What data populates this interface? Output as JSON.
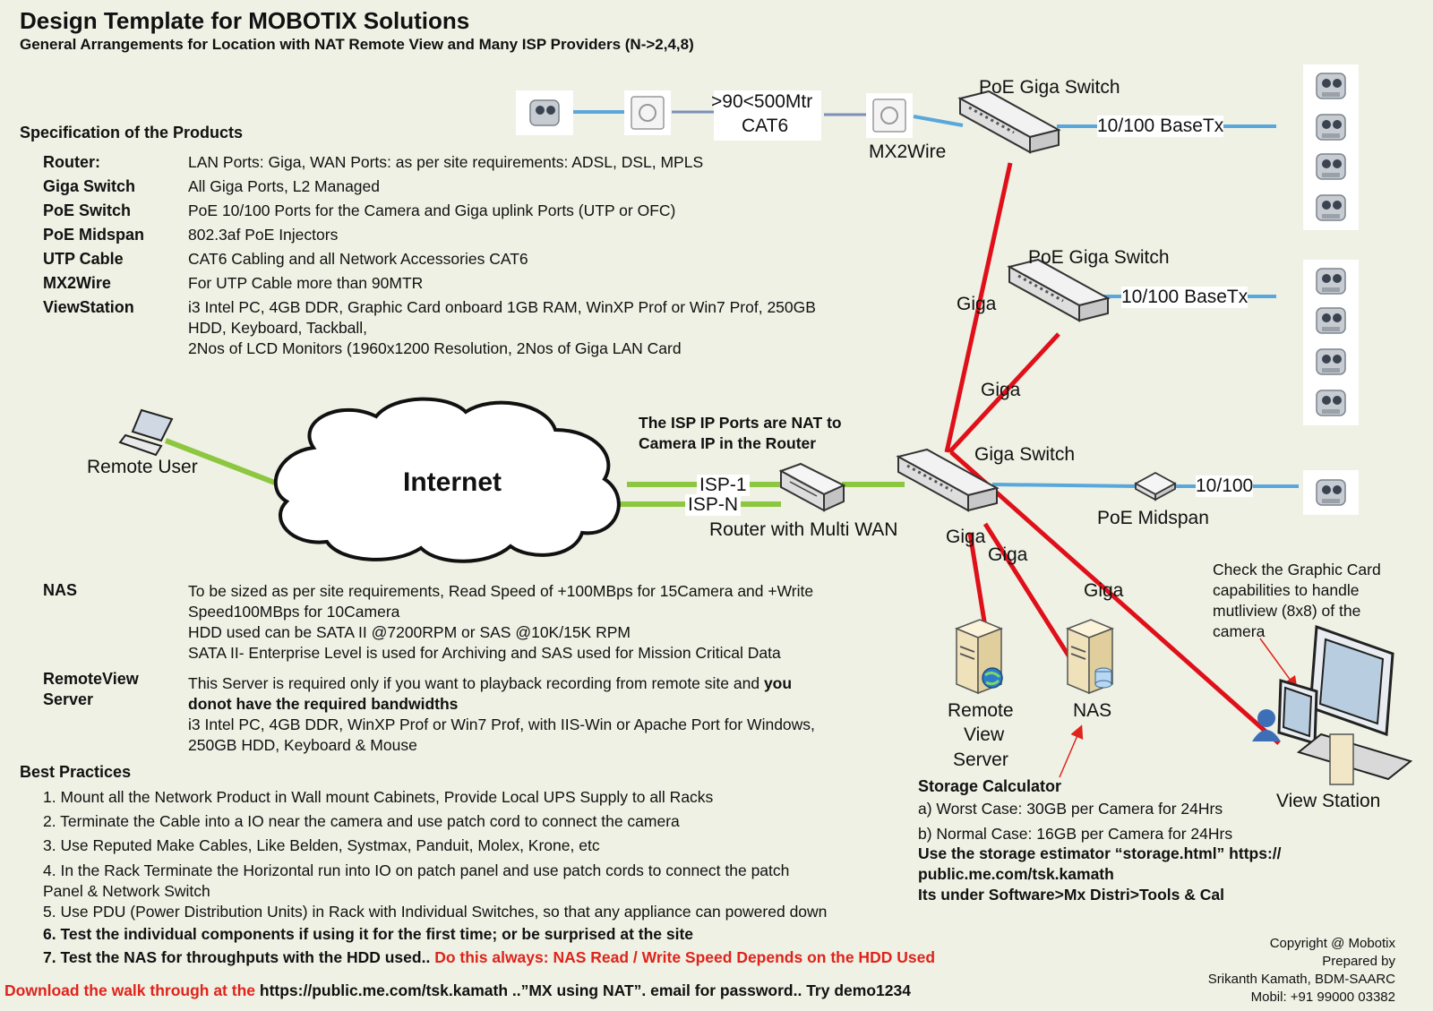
{
  "header": {
    "title": "Design Template for MOBOTIX Solutions",
    "subtitle": "General Arrangements for Location with NAT Remote View and Many ISP Providers (N->2,4,8)"
  },
  "specs": {
    "heading": "Specification of the Products",
    "items": [
      {
        "key": "Router:",
        "value": "LAN Ports: Giga, WAN Ports: as per site requirements: ADSL, DSL, MPLS"
      },
      {
        "key": "Giga Switch",
        "value": "All Giga Ports, L2 Managed"
      },
      {
        "key": "PoE Switch",
        "value": "PoE 10/100 Ports for the Camera and Giga uplink Ports (UTP or OFC)"
      },
      {
        "key": "PoE Midspan",
        "value": "802.3af PoE Injectors"
      },
      {
        "key": "UTP Cable",
        "value": "CAT6 Cabling and all Network Accessories CAT6"
      },
      {
        "key": "MX2Wire",
        "value": "For UTP Cable more than 90MTR"
      },
      {
        "key": "ViewStation",
        "lines": [
          "i3 Intel PC, 4GB DDR, Graphic Card onboard 1GB RAM, WinXP Prof or Win7 Prof, 250GB",
          "HDD, Keyboard, Tackball,",
          "2Nos of LCD Monitors (1960x1200 Resolution, 2Nos of Giga LAN Card"
        ]
      }
    ]
  },
  "nas": {
    "key": "NAS",
    "lines": [
      "To be sized as per site requirements, Read Speed of +100MBps for 15Camera and +Write",
      "Speed100MBps for 10Camera",
      "HDD used can be SATA II @7200RPM or SAS @10K/15K RPM",
      "SATA II- Enterprise Level is used for Archiving and SAS used for Mission Critical Data"
    ]
  },
  "remoteview": {
    "key_line1": "RemoteView",
    "key_line2": "Server",
    "line1_normal": "This Server is required only if you want to playback recording from remote site and ",
    "line1_bold": "you",
    "line2_bold": "donot have the required bandwidths",
    "line3": "i3 Intel PC, 4GB DDR, WinXP Prof or Win7 Prof, with IIS-Win or Apache Port for Windows,",
    "line4": "250GB HDD, Keyboard & Mouse"
  },
  "best_practices": {
    "heading": "Best Practices",
    "items": [
      "1. Mount all the Network Product in Wall mount Cabinets, Provide Local UPS Supply to all Racks",
      "2. Terminate the Cable into a IO near the camera and use patch cord to connect the camera",
      "3. Use Reputed Make Cables, Like Belden, Systmax, Panduit, Molex, Krone, etc",
      "4. In the Rack Terminate the Horizontal run into IO on patch panel and use patch cords to connect the patch",
      "Panel & Network Switch",
      "5. Use PDU (Power Distribution Units) in Rack with Individual Switches, so that any appliance can powered down"
    ],
    "item6": "6. Test the individual components if using it for the first time; or be surprised at the site",
    "item7_black": "7. Test the NAS for throughputs with the HDD used..",
    "item7_red": " Do this always: NAS Read / Write Speed Depends on the HDD Used"
  },
  "footer": {
    "download_red": "Download the walk through at the ",
    "download_black": " https://public.me.com/tsk.kamath ..”MX using NAT”. email for password.. Try demo1234",
    "copyright": [
      "Copyright @ Mobotix",
      "Prepared by",
      "Srikanth Kamath, BDM-SAARC",
      "Mobil: +91 99000 03382"
    ]
  },
  "diagram": {
    "cable_label_1": ">90<500Mtr",
    "cable_label_2": "CAT6",
    "mx2wire": "MX2Wire",
    "poe_switch_1": "PoE Giga Switch",
    "poe_switch_2": "PoE Giga Switch",
    "basetx_1": "10/100 BaseTx",
    "basetx_2": "10/100 BaseTx",
    "giga_switch": "Giga Switch",
    "poe_midspan": "PoE Midspan",
    "midspan_speed": "10/100",
    "giga_labels": [
      "Giga",
      "Giga",
      "Giga",
      "Giga",
      "Giga"
    ],
    "internet": "Internet",
    "remote_user": "Remote User",
    "isp1": "ISP-1",
    "ispn": "ISP-N",
    "router": "Router with Multi WAN",
    "nat_note": [
      "The ISP IP Ports are NAT to",
      "Camera IP in the Router"
    ],
    "remote_view_server": [
      "Remote",
      "View",
      "Server"
    ],
    "nas_label": "NAS",
    "view_station": "View Station",
    "graphic_note": [
      "Check the Graphic Card",
      "capabilities to handle",
      "mutliview (8x8) of the",
      "camera"
    ],
    "storage": {
      "heading": "Storage Calculator",
      "worst": "a) Worst Case: 30GB per Camera for 24Hrs",
      "normal": "b) Normal Case: 16GB per Camera for 24Hrs",
      "estimator": [
        "Use the storage estimator “storage.html”  https://",
        "public.me.com/tsk.kamath",
        "Its under Software>Mx Distri>Tools & Cal"
      ]
    },
    "colors": {
      "giga_link": "#e0101a",
      "poe_link": "#5aa7dc",
      "isp_link": "#8dc63f",
      "background": "#eef1e4"
    }
  }
}
